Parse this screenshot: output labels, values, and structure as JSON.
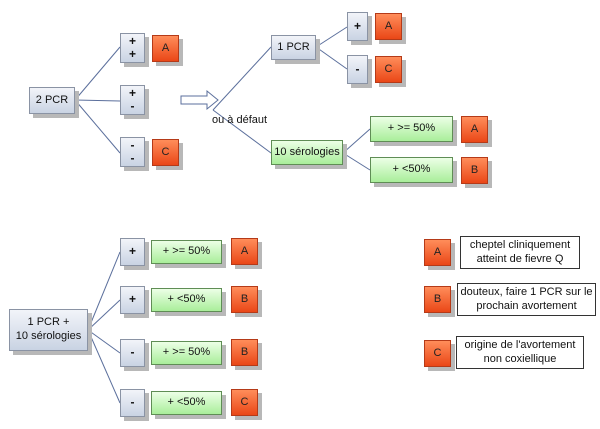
{
  "tree1": {
    "root": "2 PCR",
    "branches": [
      {
        "sign_top": "+",
        "sign_bottom": "+",
        "result": "A"
      },
      {
        "sign_top": "+",
        "sign_bottom": "-",
        "result": ""
      },
      {
        "sign_top": "-",
        "sign_bottom": "-",
        "result": "C"
      }
    ]
  },
  "alt_label": "ou à défaut",
  "tree2": {
    "pcr": {
      "label": "1 PCR",
      "pos_sign": "+",
      "pos_result": "A",
      "neg_sign": "-",
      "neg_result": "C"
    },
    "sero": {
      "label": "10 sérologies",
      "high": "+ >= 50%",
      "high_result": "A",
      "low": "+ <50%",
      "low_result": "B"
    }
  },
  "tree3": {
    "root": "1 PCR +\n10 sérologies",
    "rows": [
      {
        "sign": "+",
        "sero": "+ >= 50%",
        "result": "A"
      },
      {
        "sign": "+",
        "sero": "+ <50%",
        "result": "B"
      },
      {
        "sign": "-",
        "sero": "+ >= 50%",
        "result": "B"
      },
      {
        "sign": "-",
        "sero": "+ <50%",
        "result": "C"
      }
    ]
  },
  "legend": [
    {
      "code": "A",
      "text": "cheptel cliniquement atteint de fievre Q"
    },
    {
      "code": "B",
      "text": "douteux, faire 1 PCR sur le prochain avortement"
    },
    {
      "code": "C",
      "text": "origine de l'avortement non coxiellique"
    }
  ]
}
